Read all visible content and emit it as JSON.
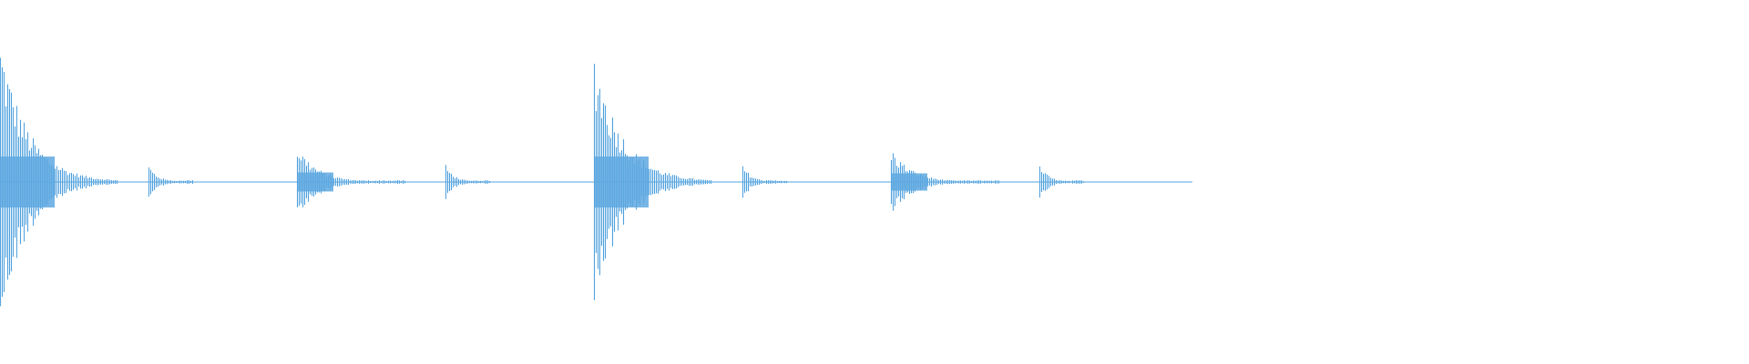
{
  "waveform": {
    "color": "#5ea8e0",
    "background": "#ffffff",
    "total_bars": 8,
    "hits": [
      {
        "bar": 0,
        "amplitude": 0.85,
        "type": "kick"
      },
      {
        "bar": 1,
        "amplitude": 0.1,
        "type": "tick"
      },
      {
        "bar": 2,
        "amplitude": 0.22,
        "type": "snare"
      },
      {
        "bar": 3,
        "amplitude": 0.1,
        "type": "tick"
      },
      {
        "bar": 4,
        "amplitude": 0.78,
        "type": "kick"
      },
      {
        "bar": 5,
        "amplitude": 0.1,
        "type": "tick"
      },
      {
        "bar": 6,
        "amplitude": 0.2,
        "type": "snare"
      },
      {
        "bar": 7,
        "amplitude": 0.1,
        "type": "tick"
      }
    ]
  }
}
